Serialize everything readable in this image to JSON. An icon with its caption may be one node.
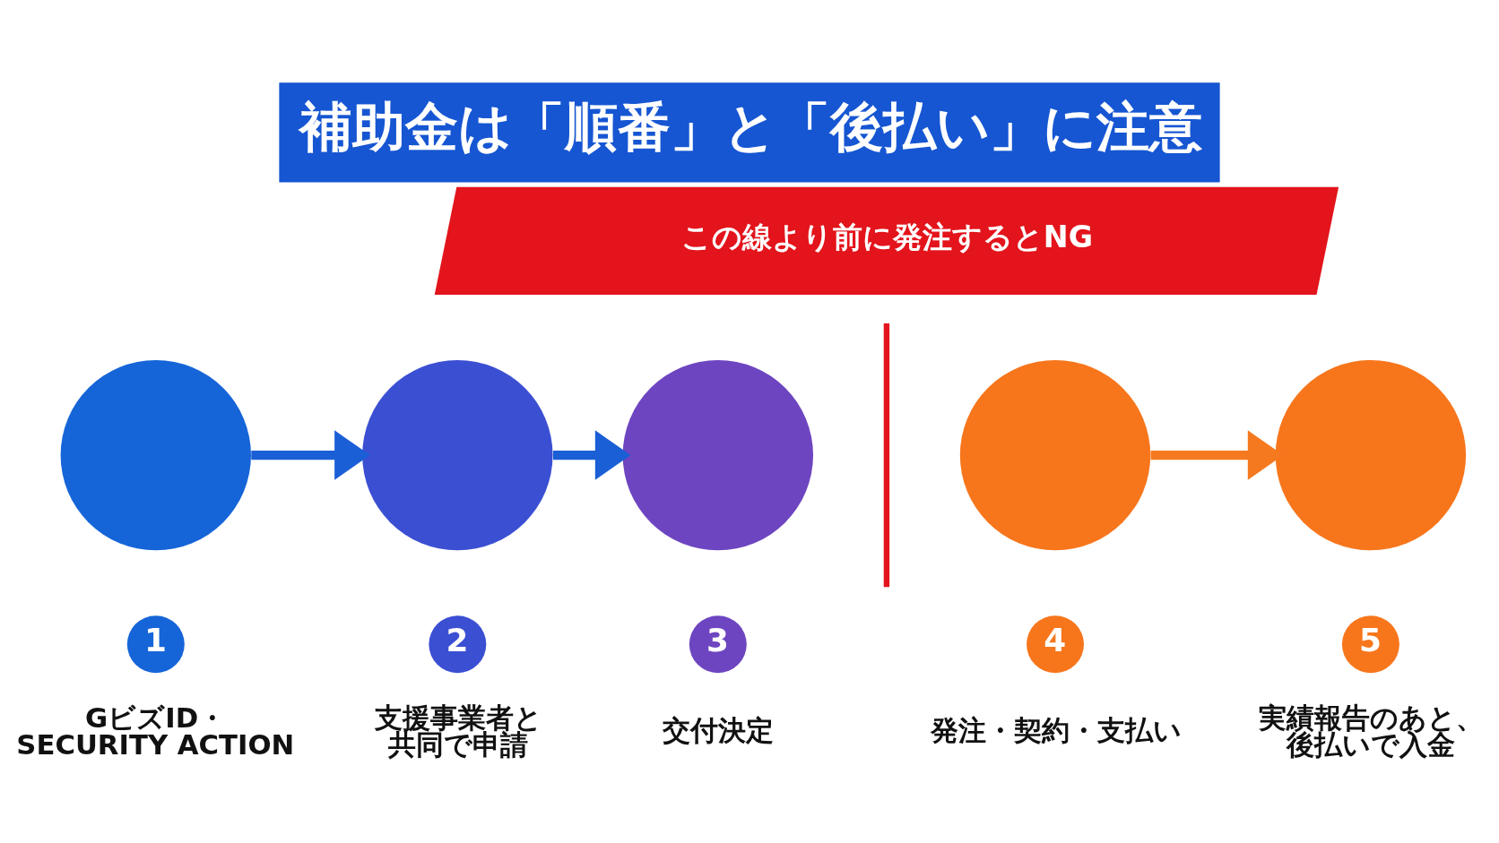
{
  "diagram": {
    "title": "補助金は「順番」と「後払い」に注意",
    "nodes": [
      {
        "text": [
          "この線より前に発注するとNG"
        ]
      },
      {
        "text": [],
        "shape": "circle"
      },
      {
        "text": [],
        "shape": "circle"
      },
      {
        "text": [],
        "shape": "circle"
      },
      {
        "text": [],
        "shape": "bar"
      },
      {
        "text": [],
        "shape": "circle"
      },
      {
        "text": [],
        "shape": "circle"
      },
      {
        "text": [
          "1"
        ],
        "beside": [
          "GビズID・SECURITY ACTION"
        ]
      },
      {
        "text": [
          "2"
        ],
        "beside": [
          "支援事業者と共同で申請"
        ]
      },
      {
        "text": [
          "3"
        ],
        "beside": [
          "交付決定"
        ]
      },
      {
        "text": [
          "4"
        ],
        "beside": [
          "発注・契約・支払い"
        ]
      },
      {
        "text": [
          "5"
        ],
        "beside": [
          "実績報告のあと、後払いで入金"
        ]
      }
    ],
    "edges": [
      {
        "from": 1,
        "to": 2,
        "arrow": "to"
      },
      {
        "from": 2,
        "to": 3,
        "arrow": "to"
      },
      {
        "from": 5,
        "to": 6,
        "arrow": "to",
        "color": "#f5791f"
      }
    ]
  }
}
